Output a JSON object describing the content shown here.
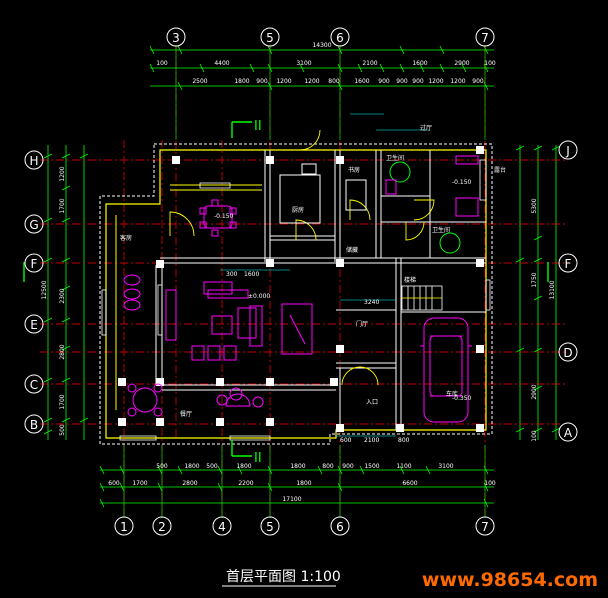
{
  "drawing": {
    "title": "首层平面图 1:100",
    "watermark": "www.98654.com",
    "section_mark": "II",
    "axes_top": [
      "3",
      "5",
      "6",
      "7"
    ],
    "axes_bottom": [
      "1",
      "2",
      "4",
      "5",
      "6",
      "7"
    ],
    "axes_left": [
      "H",
      "G",
      "F",
      "E",
      "C",
      "B"
    ],
    "axes_right": [
      "J",
      "F",
      "D",
      "A"
    ],
    "dims_top_total": "14300",
    "dims_top_row1": [
      "100",
      "4400",
      "3100",
      "2100",
      "1600",
      "2900",
      "100"
    ],
    "dims_top_row2": [
      "2500",
      "1800",
      "900",
      "1200",
      "1200",
      "800",
      "1600",
      "900",
      "900",
      "900",
      "1200",
      "1200",
      "900"
    ],
    "dims_bottom_row1": [
      "500",
      "1800",
      "500",
      "1800",
      "1800",
      "800",
      "900",
      "1500",
      "1100",
      "3100"
    ],
    "dims_bottom_row2": [
      "600",
      "1700",
      "2800",
      "2200",
      "1800",
      "6600",
      "100"
    ],
    "dims_bottom_total": "17100",
    "dims_left_total": "12500",
    "dims_left": [
      "1200",
      "1700",
      "2300",
      "2800",
      "1700",
      "500"
    ],
    "dims_right": [
      "5300",
      "1750",
      "13100",
      "2900",
      "100"
    ],
    "rooms": {
      "kitchen": "厨房",
      "bath1": "卫生间",
      "bath2": "卫生间",
      "dining": "餐厅",
      "living": "门厅",
      "garage": "车库",
      "storage": "储藏",
      "stair": "楼梯",
      "entry": "入口",
      "bedroom": "客房",
      "study": "书房",
      "terrace": "露台",
      "hall": "过厅",
      "elev1": "±0.000",
      "elev2": "-0.150",
      "elev3": "-0.150",
      "elev4": "-0.350",
      "dim_3240": "3240",
      "dim_1600": "1600",
      "dim_300": "300",
      "dim_2100": "2100",
      "dim_800": "800",
      "dim_600": "600"
    },
    "colors": {
      "axis": "#00ff00",
      "wall": "#ffffff",
      "center": "#ff0000",
      "furniture": "#ff00ff",
      "yellow": "#ffff00",
      "dim": "#00ff00",
      "cyan": "#00ffff",
      "watermark": "#ff6a00"
    }
  }
}
